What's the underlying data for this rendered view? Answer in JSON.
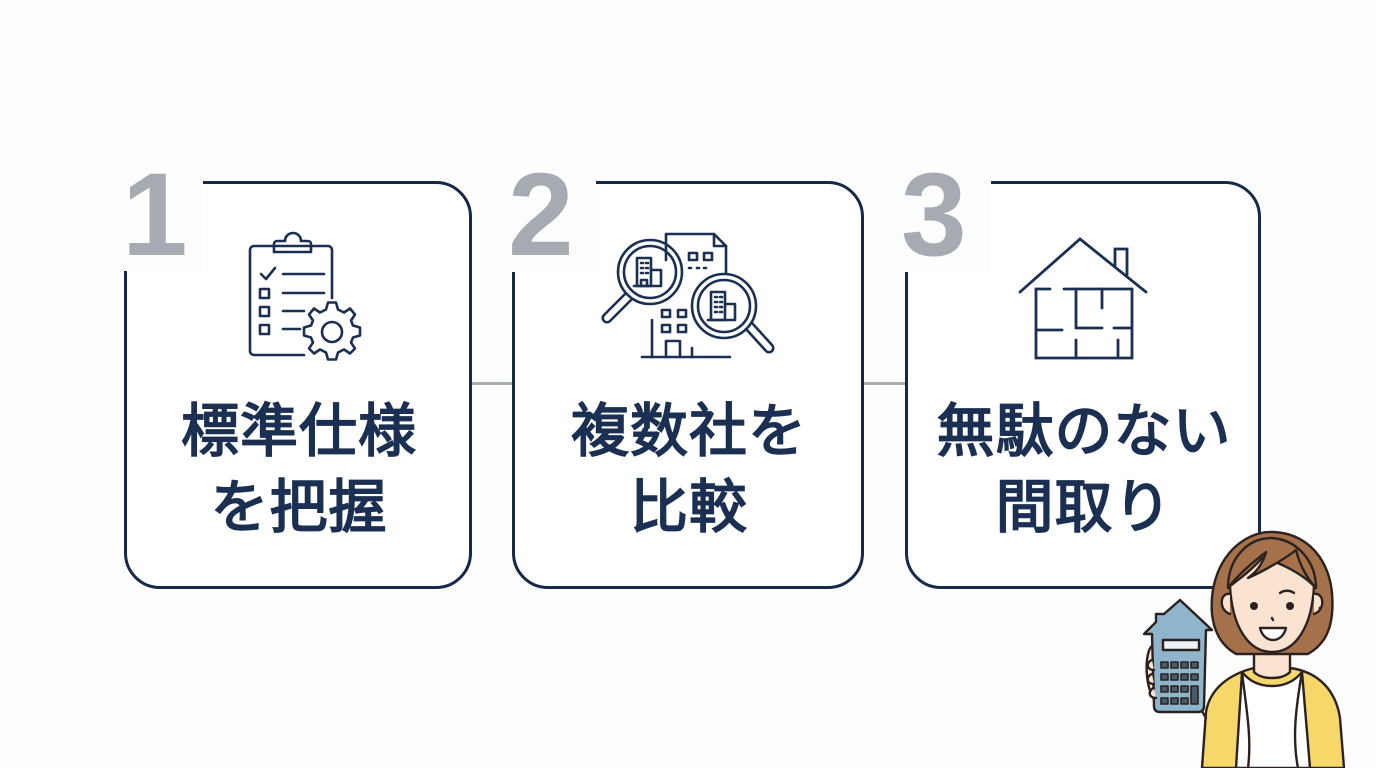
{
  "colors": {
    "background": "#fdfdfd",
    "card_border": "#16294a",
    "title_text": "#1b2f52",
    "step_number": "#a6abb1",
    "connector": "#a9aeb4",
    "icon_stroke": "#1b2f52"
  },
  "steps": [
    {
      "number": "1",
      "icon": "clipboard-checklist-gear-icon",
      "title_lines": [
        "標準仕様",
        "を把握"
      ]
    },
    {
      "number": "2",
      "icon": "magnifier-buildings-compare-icon",
      "title_lines": [
        "複数社を",
        "比較"
      ]
    },
    {
      "number": "3",
      "icon": "house-floorplan-icon",
      "title_lines": [
        "無駄のない",
        "間取り"
      ]
    }
  ],
  "illustration": {
    "subject": "woman-holding-house-shaped-calculator",
    "colors": {
      "hair": "#a4714a",
      "skin": "#fbe3d2",
      "cardigan": "#f6d86a",
      "shirt": "#ffffff",
      "calculator": "#8fb5cc",
      "outline": "#2b2220"
    }
  }
}
